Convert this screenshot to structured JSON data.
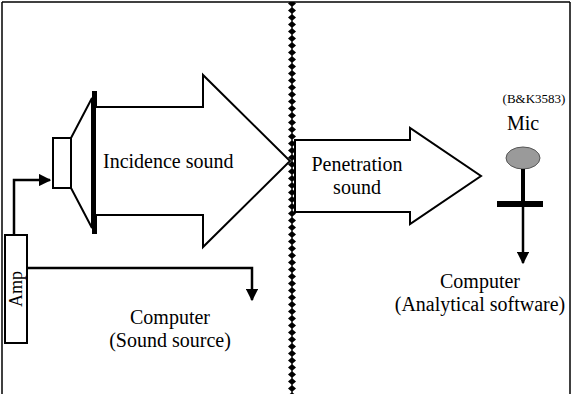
{
  "diagram": {
    "nodes": [
      {
        "text": [
          "Incidence sound"
        ]
      },
      {
        "text": [
          "Penetration sound"
        ]
      },
      {
        "text": [
          "Amp"
        ]
      }
    ],
    "labels": [
      "(B&K3583)",
      "Mic",
      "Computer (Analytical software)",
      "Computer (Sound source)"
    ]
  }
}
